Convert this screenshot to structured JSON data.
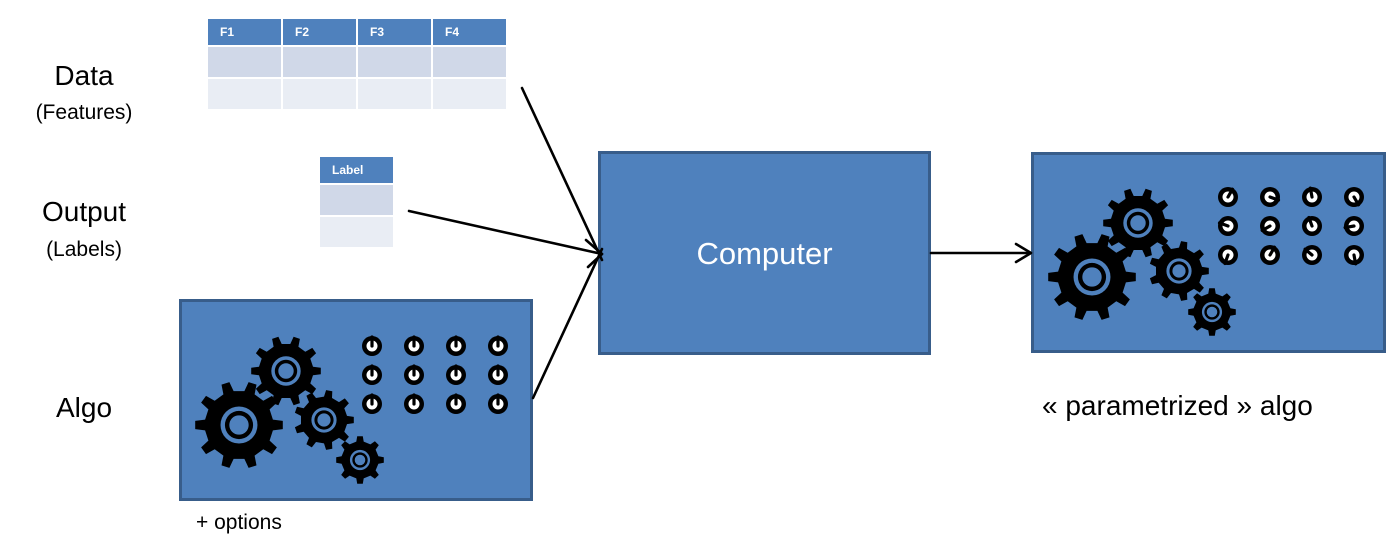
{
  "labels": {
    "data": "Data",
    "features": "(Features)",
    "output": "Output",
    "labels": "(Labels)",
    "algo": "Algo",
    "options": "+ options",
    "parametrized": "« parametrized » algo"
  },
  "features_table": {
    "headers": [
      "F1",
      "F2",
      "F3",
      "F4"
    ],
    "rows": [
      [
        "",
        "",
        "",
        ""
      ],
      [
        "",
        "",
        "",
        ""
      ]
    ]
  },
  "label_table": {
    "header": "Label",
    "rows": [
      [
        ""
      ],
      [
        ""
      ]
    ]
  },
  "computer": {
    "label": "Computer"
  },
  "colors": {
    "box_fill": "#4f81bd",
    "box_border": "#385d8a",
    "table_header": "#4f81bd",
    "table_row_1": "#d0d8e8",
    "table_row_2": "#e9edf4",
    "gear": "#000000",
    "gear_hub": "#4f81bd"
  },
  "icons": {
    "gears": "gear-icon",
    "knobs": "knob-icon",
    "arrows": "arrow-icon"
  }
}
